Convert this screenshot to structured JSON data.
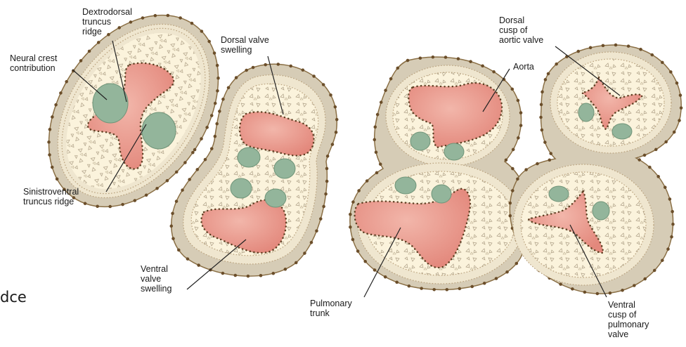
{
  "page": {
    "side_text": "dce"
  },
  "labels": {
    "dextrodorsal": "Dextrodorsal\ntruncus\nridge",
    "neural_crest": "Neural crest\ncontribution",
    "sinistroventral": "Sinistroventral\ntruncus ridge",
    "dorsal_valve": "Dorsal valve\nswelling",
    "ventral_valve": "Ventral\nvalve\nswelling",
    "aorta": "Aorta",
    "pulmonary_trunk": "Pulmonary\ntrunk",
    "dorsal_cusp": "Dorsal\ncusp of\naortic valve",
    "ventral_cusp": "Ventral\ncusp of\npulmonary\nvalve"
  },
  "colors": {
    "outer_wall": "#d6ccb6",
    "outer_edge": "#8a6f45",
    "outer_dot": "#6b4e2a",
    "striated_band": "#efe6cf",
    "striation": "#b79f7a",
    "inner_cream": "#fbf3dc",
    "lumen": "#e79a8e",
    "lumen_highlight": "#f2b6aa",
    "lumen_border": "#5e3f22",
    "cushion": "#93b59b",
    "cushion_edge": "#6f9478",
    "leader": "#222222"
  },
  "icons": [
    "outer-dot-icon",
    "endocardial-dot-icon",
    "triangle-cell-icon"
  ]
}
